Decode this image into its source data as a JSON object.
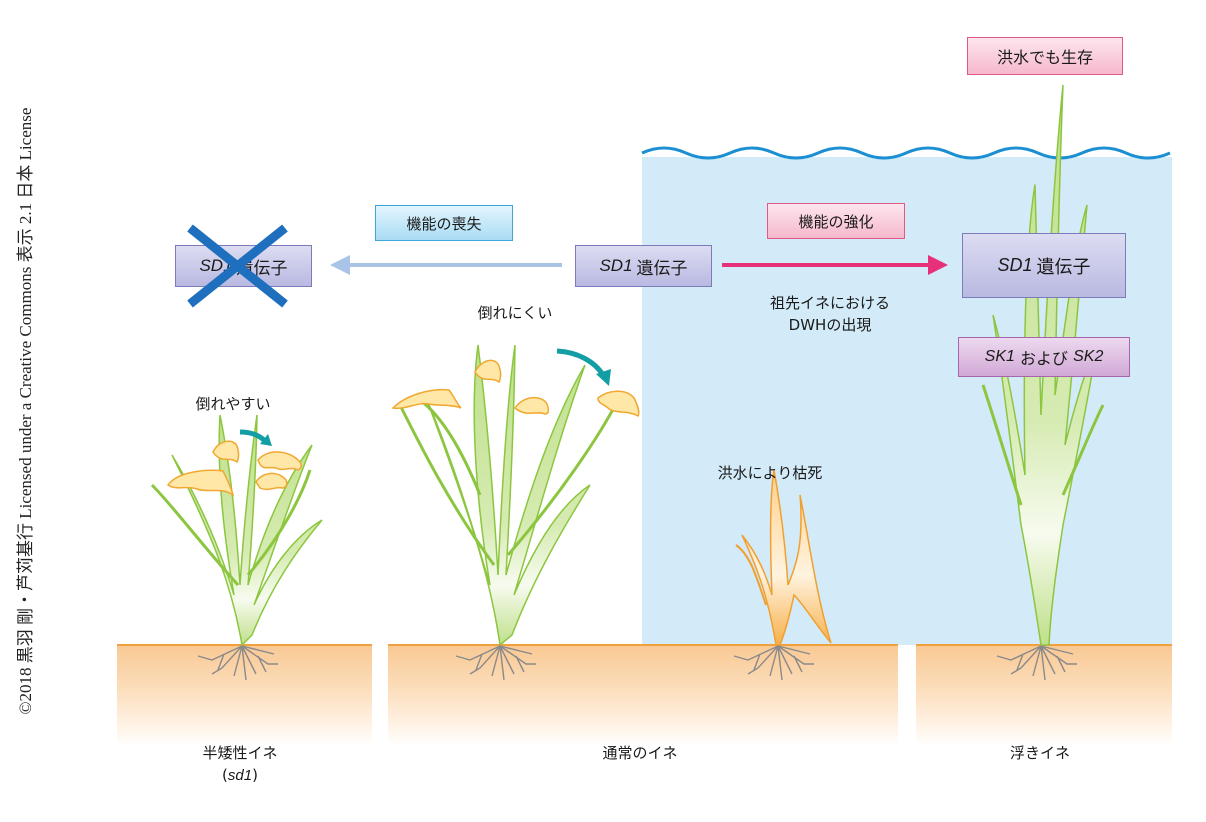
{
  "credit": "©2018 黒羽 剛・芦苅基行 Licensed under a Creative Commons 表示 2.1 日本 License",
  "genes": {
    "lost": {
      "italic": "SD1",
      "rest": "遺伝子"
    },
    "center": {
      "italic": "SD1",
      "rest": "遺伝子"
    },
    "enhanced": {
      "italic": "SD1",
      "rest": "遺伝子"
    },
    "sk": {
      "italic1": "SK1",
      "mid": " および ",
      "italic2": "SK2"
    }
  },
  "tags": {
    "loss_of_function": "機能の喪失",
    "gain_of_function": "機能の強化",
    "survives_flood": "洪水でも生存"
  },
  "labels": {
    "ancestor_line1": "祖先イネにおける",
    "ancestor_line2": "DWHの出現",
    "lodges_easily": "倒れやすい",
    "lodging_resistant": "倒れにくい",
    "dies_in_flood": "洪水により枯死"
  },
  "captions": {
    "semi_dwarf": "半矮性イネ",
    "semi_dwarf_gene": "sd1",
    "normal": "通常のイネ",
    "floating": "浮きイネ"
  },
  "colors": {
    "water": "#d3ebf8",
    "wave": "#1b8fd2",
    "loss_arrow": "#a9c4e6",
    "gain_arrow": "#e6317a",
    "cross": "#1f6fbf",
    "lodging_arrow": "#139ea5",
    "leaf_fill": "#bfe08a",
    "leaf_stroke": "#8cc63f",
    "grain_fill": "#ffe7a8",
    "grain_stroke": "#f0a830",
    "dead_stroke": "#f0a030",
    "root": "#8a8a8a"
  }
}
